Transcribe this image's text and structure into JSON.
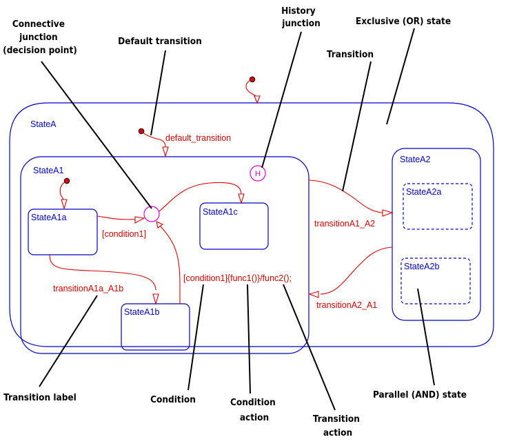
{
  "states": {
    "stateA": "StateA",
    "stateA1": "StateA1",
    "stateA1a": "StateA1a",
    "stateA1b": "StateA1b",
    "stateA1c": "StateA1c",
    "stateA2": "StateA2",
    "stateA2a": "StateA2a",
    "stateA2b": "StateA2b"
  },
  "transitions": {
    "default_transition": "default_transition",
    "condition1": "[condition1]",
    "transitionA1a_A1b": "transitionA1a_A1b",
    "condition_action": "[condition1]{func1()}/func2();",
    "transitionA1_A2": "transitionA1_A2",
    "transitionA2_A1": "transitionA2_A1"
  },
  "junctions": {
    "history": "H"
  },
  "callouts": {
    "connective_junction": [
      "Connective",
      "junction",
      "(decision point)"
    ],
    "default_transition": "Default transition",
    "history_junction": [
      "History",
      "junction"
    ],
    "exclusive_state": "Exclusive (OR) state",
    "transition": "Transition",
    "transition_label": "Transition label",
    "condition": "Condition",
    "condition_action": [
      "Condition",
      "action"
    ],
    "transition_action": [
      "Transition",
      "action"
    ],
    "parallel_state": "Parallel (AND) state"
  },
  "colors": {
    "state": "#0000cc",
    "transition": "#e00000",
    "junction": "#e000e0",
    "callout": "#000000"
  }
}
